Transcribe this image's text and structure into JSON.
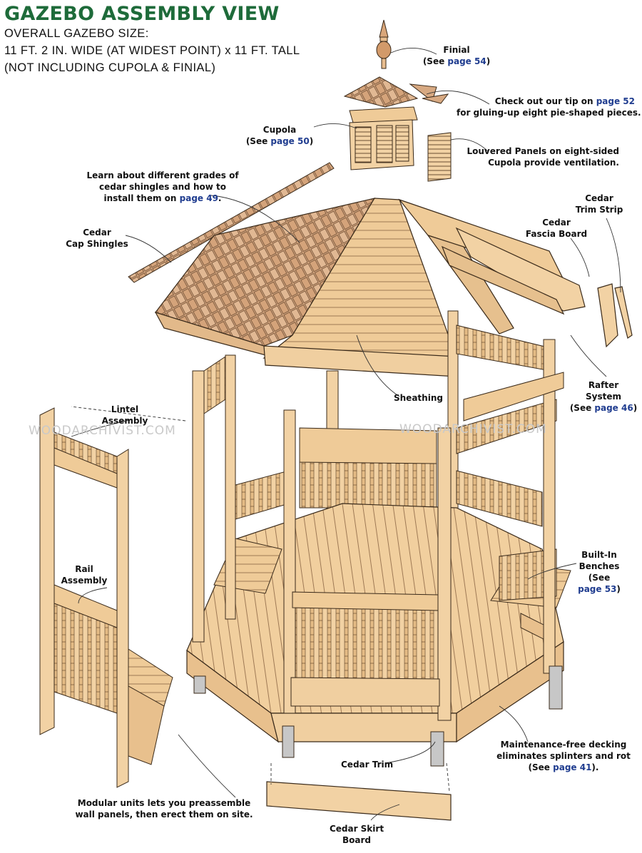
{
  "header": {
    "title": "GAZEBO ASSEMBLY VIEW",
    "subtitle_1": "OVERALL GAZEBO SIZE:",
    "subtitle_2": "11 FT. 2 IN. WIDE (AT WIDEST POINT) x 11 FT. TALL",
    "subtitle_3": "(NOT INCLUDING CUPOLA & FINIAL)"
  },
  "labels": {
    "finial": {
      "name": "Finial",
      "see": "(See",
      "page": "page 54",
      "close": ")"
    },
    "tip": {
      "line1_text": "Check out our tip on",
      "line1_page": "page 52",
      "line2": "for gluing-up eight pie-shaped pieces."
    },
    "cupola": {
      "name": "Cupola",
      "see": "(See",
      "page": "page 50",
      "close": ")"
    },
    "louvered": {
      "line1": "Louvered Panels on eight-sided",
      "line2": "Cupola provide ventilation."
    },
    "shingle_grades": {
      "line1": "Learn about different grades of",
      "line2": "cedar shingles and how to",
      "line3_text": "install them on",
      "line3_page": "page 49",
      "line3_end": "."
    },
    "cedar_trim_strip": {
      "line1": "Cedar",
      "line2": "Trim Strip"
    },
    "cedar_fascia": {
      "line1": "Cedar",
      "line2": "Fascia Board"
    },
    "cap_shingles": {
      "line1": "Cedar",
      "line2": "Cap Shingles"
    },
    "rafter": {
      "line1": "Rafter",
      "line2": "System",
      "see": "(See",
      "page": "page 46",
      "close": ")"
    },
    "sheathing": "Sheathing",
    "lintel": {
      "line1": "Lintel",
      "line2": "Assembly"
    },
    "rail": {
      "line1": "Rail",
      "line2": "Assembly"
    },
    "benches": {
      "line1": "Built-In",
      "line2": "Benches",
      "line3": "(See",
      "page": "page 53",
      "close": ")"
    },
    "cedar_trim": "Cedar Trim",
    "decking": {
      "line1": "Maintenance-free decking",
      "line2": "eliminates splinters and rot",
      "see": "(See",
      "page": "page 41",
      "close": ")."
    },
    "modular": {
      "line1": "Modular units lets you preassemble",
      "line2": "wall panels, then erect them on site."
    },
    "skirt": {
      "line1": "Cedar Skirt",
      "line2": "Board"
    }
  },
  "watermark": {
    "left": "WOODARCHIVIST.COM",
    "right": "WOODARCHIVIST.COM"
  },
  "colors": {
    "title": "#1e6b3a",
    "page_ref": "#1f3c8f",
    "wood": "#f2d2a4",
    "wood_shadow": "#d9b078",
    "roof": "#d7a982",
    "outline": "#3a2a1a"
  }
}
